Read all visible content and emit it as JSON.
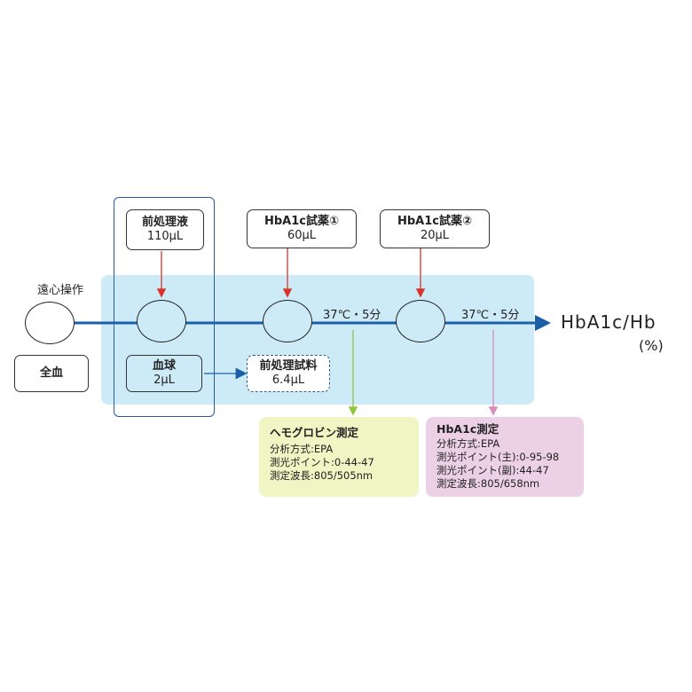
{
  "colors": {
    "band": "#cdebf7",
    "main_arrow": "#1a5fa8",
    "red_arrow": "#d9342b",
    "green_arrow": "#8dc63f",
    "pink_arrow": "#d98bbf",
    "panel_green": "#f1f4c3",
    "panel_pink": "#ecd1e6"
  },
  "start": {
    "top_label": "遠心操作",
    "bottom_label": "全血"
  },
  "pre_treatment": {
    "reagent_name": "前処理液",
    "reagent_volume": "110μL",
    "sample_name": "血球",
    "sample_volume": "2μL"
  },
  "pretreated_sample": {
    "name": "前処理試料",
    "volume": "6.4μL"
  },
  "reagent1": {
    "name": "HbA1c試薬①",
    "volume": "60μL"
  },
  "reagent2": {
    "name": "HbA1c試薬②",
    "volume": "20μL"
  },
  "incubation1": "37℃・5分",
  "incubation2": "37℃・5分",
  "result": {
    "title": "HbA1c/Hb",
    "unit": "(%)"
  },
  "panels": {
    "hemoglobin": {
      "title": "ヘモグロビン測定",
      "lines": [
        "分析方式:EPA",
        "測光ポイント:0-44-47",
        "測定波長:805/505nm"
      ]
    },
    "hba1c": {
      "title": "HbA1c測定",
      "lines": [
        "分析方式:EPA",
        "測光ポイント(主):0-95-98",
        "測光ポイント(副):44-47",
        "測定波長:805/658nm"
      ]
    }
  }
}
